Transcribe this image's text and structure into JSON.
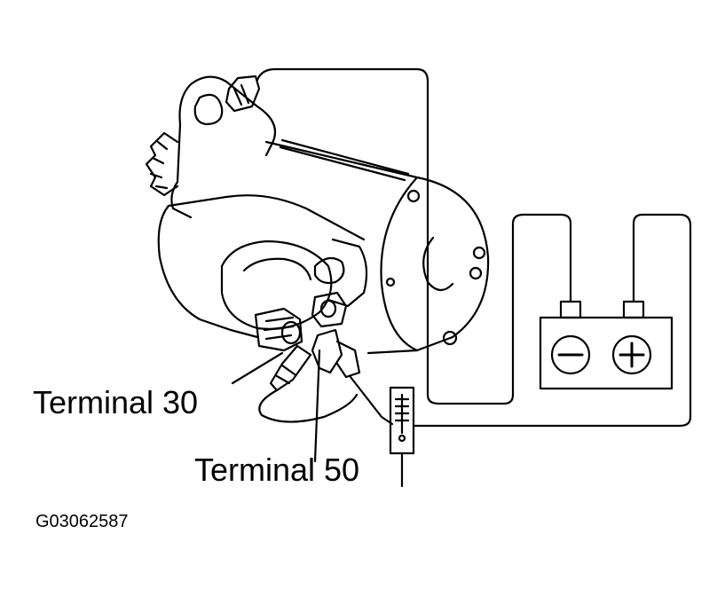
{
  "labels": {
    "terminal_30": "Terminal 30",
    "terminal_50": "Terminal 50",
    "figure_id": "G03062587"
  },
  "battery": {
    "negative_symbol": "minus-sign",
    "positive_symbol": "plus-sign"
  },
  "colors": {
    "line": "#000000",
    "background": "#ffffff"
  }
}
